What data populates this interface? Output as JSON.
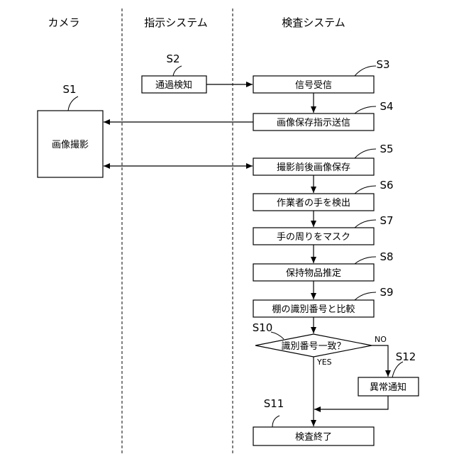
{
  "lanes": [
    "カメラ",
    "指示システム",
    "検査システム"
  ],
  "camera_box": {
    "text": "画像撮影",
    "step": "S1"
  },
  "instruction_box": {
    "text": "通過検知",
    "step": "S2"
  },
  "steps": [
    {
      "step": "S3",
      "text": "信号受信"
    },
    {
      "step": "S4",
      "text": "画像保存指示送信"
    },
    {
      "step": "S5",
      "text": "撮影前後画像保存"
    },
    {
      "step": "S6",
      "text": "作業者の手を検出"
    },
    {
      "step": "S7",
      "text": "手の周りをマスク"
    },
    {
      "step": "S8",
      "text": "保持物品推定"
    },
    {
      "step": "S9",
      "text": "棚の識別番号と比較"
    }
  ],
  "decision": {
    "step": "S10",
    "text": "識別番号一致？",
    "yes_label": "YES",
    "no_label": "NO"
  },
  "abnormal_box": {
    "step": "S12",
    "text": "異常通知"
  },
  "end_box": {
    "step": "S11",
    "text": "検査終了"
  }
}
